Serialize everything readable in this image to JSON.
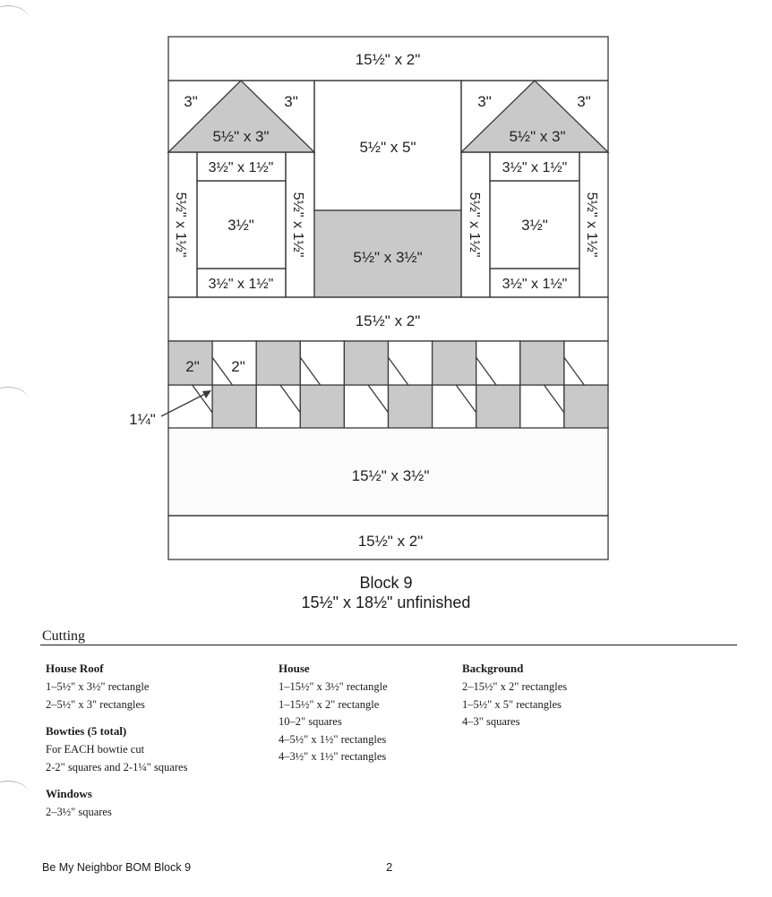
{
  "diagram": {
    "top_strip": "15½\" x 2\"",
    "left_house": {
      "corner_left": "3\"",
      "corner_right": "3\"",
      "roof": "5½\" x 3\"",
      "window_top": "3½\" x 1½\"",
      "window": "3½\"",
      "window_bottom": "3½\" x 1½\"",
      "side_left": "5½\" x 1½\"",
      "side_right": "5½\" x 1½\""
    },
    "center_top": "5½\" x 5\"",
    "center_bottom": "5½\" x 3½\"",
    "right_house": {
      "corner_left": "3\"",
      "corner_right": "3\"",
      "roof": "5½\" x 3\"",
      "window_top": "3½\" x 1½\"",
      "window": "3½\"",
      "window_bottom": "3½\" x 1½\"",
      "side_left": "5½\" x 1½\"",
      "side_right": "5½\" x 1½\""
    },
    "middle_strip": "15½\" x 2\"",
    "bowtie_square_a": "2\"",
    "bowtie_square_b": "2\"",
    "bowtie_small_square": "1¼\"",
    "large_strip": "15½\" x 3½\"",
    "bottom_strip": "15½\" x 2\"",
    "colors": {
      "gray": "#c9c9c9",
      "line": "#3a3a3a"
    }
  },
  "caption": {
    "title": "Block 9",
    "size": "15½\" x 18½\" unfinished"
  },
  "cutting": {
    "title": "Cutting",
    "columns": [
      {
        "groups": [
          {
            "heading": "House Roof",
            "lines": [
              "1–5½\" x 3½\" rectangle",
              "2–5½\" x 3\" rectangles"
            ]
          },
          {
            "heading": "Bowties (5 total)",
            "lines": [
              "For EACH bowtie cut",
              "2-2\" squares and 2-1¼\" squares"
            ]
          },
          {
            "heading": "Windows",
            "lines": [
              "2–3½\" squares"
            ]
          }
        ]
      },
      {
        "groups": [
          {
            "heading": "House",
            "lines": [
              "1–15½\" x 3½\" rectangle",
              "1–15½\" x 2\" rectangle",
              "10–2\" squares",
              "4–5½\" x 1½\" rectangles",
              "4–3½\" x 1½\" rectangles"
            ]
          }
        ]
      },
      {
        "groups": [
          {
            "heading": "Background",
            "lines": [
              "2–15½\" x 2\" rectangles",
              "1–5½\" x 5\" rectangles",
              "4–3\" squares"
            ]
          }
        ]
      }
    ]
  },
  "footer": {
    "title": "Be My Neighbor BOM Block 9",
    "page_number": "2"
  }
}
